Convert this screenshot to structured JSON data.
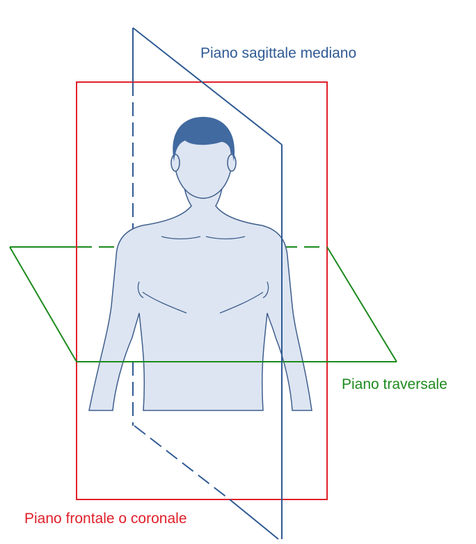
{
  "labels": {
    "sagittal": "Piano sagittale mediano",
    "transverse": "Piano traversale",
    "frontal": "Piano frontale o coronale"
  },
  "colors": {
    "sagittal": "#2f5a93",
    "transverse": "#1d8a1d",
    "frontal": "#e0202a",
    "body_fill": "#dde5f2",
    "body_outline": "#3e5e8c",
    "hair": "#416aa0"
  },
  "icons": {
    "figure": "human-torso-icon"
  }
}
